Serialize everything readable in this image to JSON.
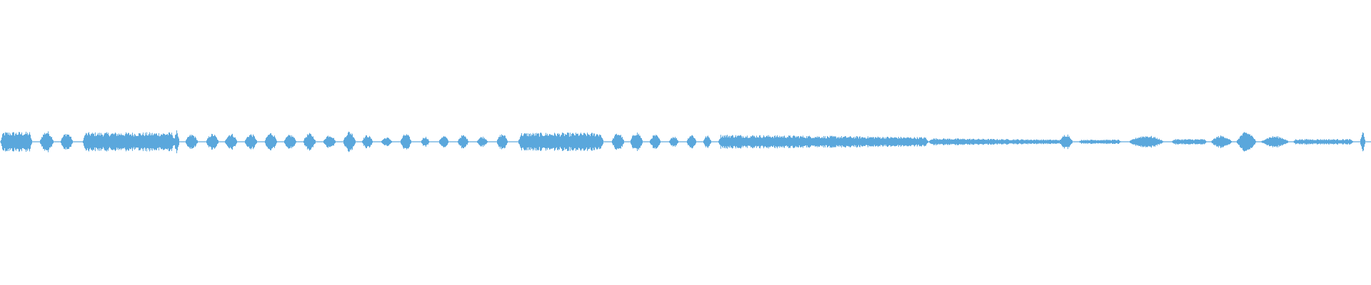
{
  "waveform": {
    "color": "#5aa7dc",
    "background": "#ffffff",
    "segments": [
      {
        "type": "block",
        "start": 0,
        "end": 45,
        "amplitude": 0.55
      },
      {
        "type": "burst",
        "center": 65,
        "width": 20,
        "amplitude": 0.6
      },
      {
        "type": "burst",
        "center": 93,
        "width": 18,
        "amplitude": 0.5
      },
      {
        "type": "block",
        "start": 115,
        "end": 245,
        "amplitude": 0.52
      },
      {
        "type": "spike",
        "center": 247,
        "amplitude": 0.75
      },
      {
        "type": "burst",
        "center": 268,
        "width": 18,
        "amplitude": 0.42
      },
      {
        "type": "burst",
        "center": 297,
        "width": 18,
        "amplitude": 0.45
      },
      {
        "type": "burst",
        "center": 323,
        "width": 18,
        "amplitude": 0.47
      },
      {
        "type": "burst",
        "center": 351,
        "width": 18,
        "amplitude": 0.45
      },
      {
        "type": "burst",
        "center": 379,
        "width": 18,
        "amplitude": 0.52
      },
      {
        "type": "burst",
        "center": 406,
        "width": 18,
        "amplitude": 0.4
      },
      {
        "type": "burst",
        "center": 433,
        "width": 18,
        "amplitude": 0.48
      },
      {
        "type": "burst",
        "center": 461,
        "width": 18,
        "amplitude": 0.4
      },
      {
        "type": "burst",
        "center": 489,
        "width": 18,
        "amplitude": 0.6
      },
      {
        "type": "burst",
        "center": 514,
        "width": 16,
        "amplitude": 0.38
      },
      {
        "type": "burst",
        "center": 541,
        "width": 16,
        "amplitude": 0.25
      },
      {
        "type": "burst",
        "center": 568,
        "width": 16,
        "amplitude": 0.45
      },
      {
        "type": "burst",
        "center": 595,
        "width": 12,
        "amplitude": 0.3
      },
      {
        "type": "burst",
        "center": 621,
        "width": 14,
        "amplitude": 0.35
      },
      {
        "type": "burst",
        "center": 648,
        "width": 16,
        "amplitude": 0.38
      },
      {
        "type": "burst",
        "center": 675,
        "width": 16,
        "amplitude": 0.3
      },
      {
        "type": "burst",
        "center": 703,
        "width": 16,
        "amplitude": 0.45
      },
      {
        "type": "block",
        "start": 725,
        "end": 845,
        "amplitude": 0.5
      },
      {
        "type": "burst",
        "center": 865,
        "width": 18,
        "amplitude": 0.5
      },
      {
        "type": "burst",
        "center": 891,
        "width": 18,
        "amplitude": 0.55
      },
      {
        "type": "burst",
        "center": 917,
        "width": 16,
        "amplitude": 0.4
      },
      {
        "type": "burst",
        "center": 943,
        "width": 14,
        "amplitude": 0.32
      },
      {
        "type": "burst",
        "center": 968,
        "width": 14,
        "amplitude": 0.42
      },
      {
        "type": "burst",
        "center": 990,
        "width": 12,
        "amplitude": 0.35
      },
      {
        "type": "block",
        "start": 1005,
        "end": 1300,
        "amplitude": 0.4,
        "taper": 0.6
      },
      {
        "type": "block",
        "start": 1300,
        "end": 1490,
        "amplitude": 0.2,
        "taper": 0.7
      },
      {
        "type": "burst",
        "center": 1493,
        "width": 18,
        "amplitude": 0.45
      },
      {
        "type": "block",
        "start": 1510,
        "end": 1570,
        "amplitude": 0.12
      },
      {
        "type": "burst",
        "center": 1605,
        "width": 50,
        "amplitude": 0.35
      },
      {
        "type": "block",
        "start": 1640,
        "end": 1690,
        "amplitude": 0.15
      },
      {
        "type": "burst",
        "center": 1710,
        "width": 30,
        "amplitude": 0.35
      },
      {
        "type": "burst",
        "center": 1745,
        "width": 28,
        "amplitude": 0.55
      },
      {
        "type": "burst",
        "center": 1785,
        "width": 40,
        "amplitude": 0.32
      },
      {
        "type": "block",
        "start": 1810,
        "end": 1895,
        "amplitude": 0.15
      },
      {
        "type": "spike",
        "center": 1908,
        "amplitude": 0.65
      }
    ]
  }
}
